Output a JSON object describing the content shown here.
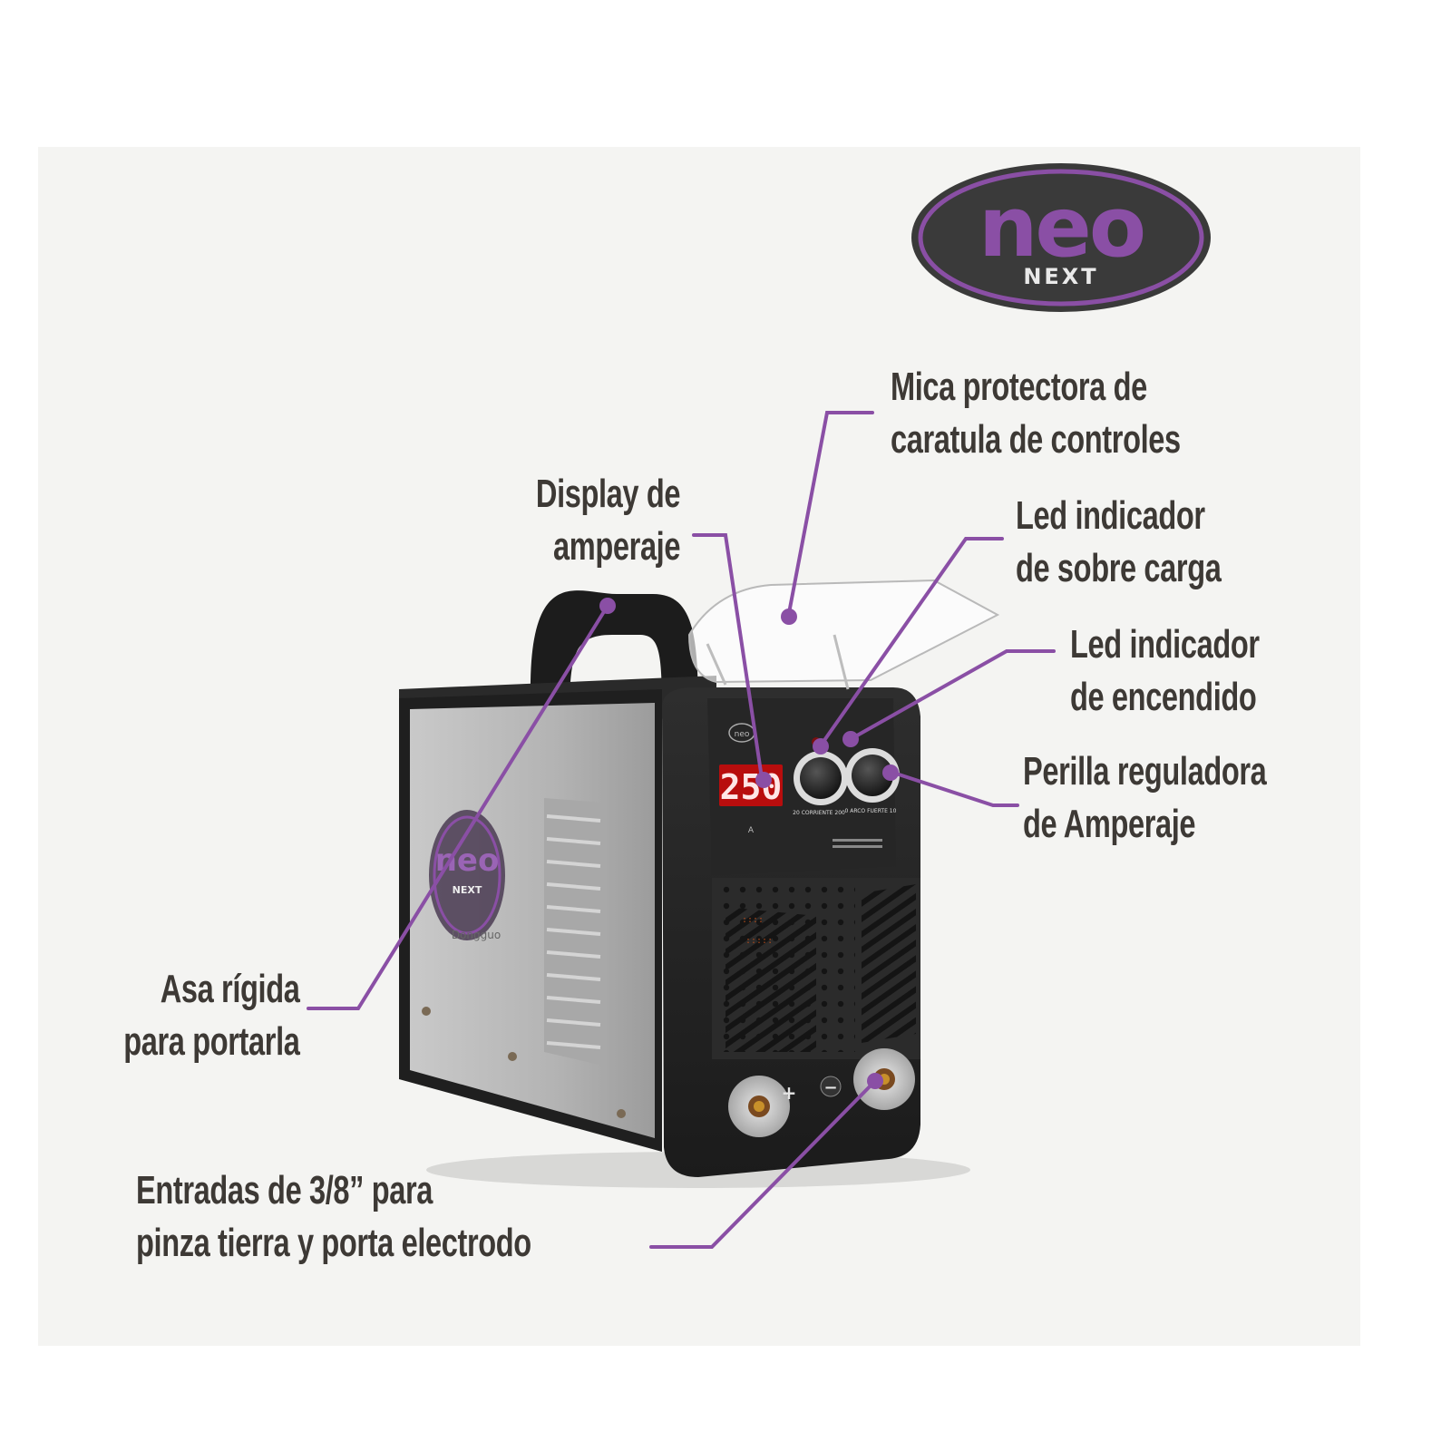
{
  "logo": {
    "word": "neo",
    "subword": "NEXT"
  },
  "machine": {
    "display_value": "250",
    "display_unit": "A",
    "knob1_label": "20 CORRIENTE 200",
    "knob2_label": "0 ARCO FUERTE 10",
    "plus_sign": "+",
    "minus_sign": "−",
    "side_mark": "Dongguo"
  },
  "callouts": {
    "mica": [
      "Mica protectora de",
      "caratula de controles"
    ],
    "display": [
      "Display de",
      "amperaje"
    ],
    "overload_led": [
      "Led indicador",
      "de sobre carga"
    ],
    "power_led": [
      "Led indicador",
      "de encendido"
    ],
    "knob": [
      "Perilla reguladora",
      "de Amperaje"
    ],
    "handle": [
      "Asa rígida",
      "para portarla"
    ],
    "sockets": [
      "Entradas de 3/8” para",
      "pinza tierra y porta electrodo"
    ]
  },
  "colors": {
    "accent_purple": "#8a4fa5",
    "text_dark": "#3d3935",
    "panel_bg": "#f4f4f2",
    "display_red": "#b80d0d"
  }
}
